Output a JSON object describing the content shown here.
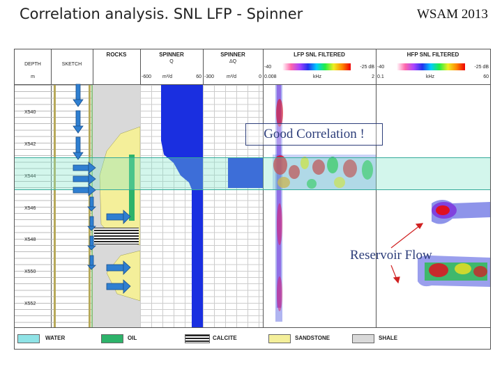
{
  "slide": {
    "title": "Correlation analysis. SNL LFP  - Spinner",
    "conference": "WSAM 2013"
  },
  "tracks": {
    "depth": {
      "title": "DEPTH",
      "unit": "m"
    },
    "sketch": {
      "title": "SKETCH"
    },
    "rocks": {
      "title": "ROCKS"
    },
    "spinner_q": {
      "title": "SPINNER",
      "sub": "Q",
      "scale_min": "-600",
      "scale_unit": "m³/d",
      "scale_max": "60"
    },
    "spinner_dq": {
      "title": "SPINNER",
      "sub": "ΔQ",
      "scale_min": "-300",
      "scale_unit": "m³/d",
      "scale_max": "0"
    },
    "lfp": {
      "title": "LFP SNL FILTERED",
      "scale_min": "-40",
      "scale_max": "-25 dB",
      "freq_min": "0.008",
      "freq_unit": "kHz",
      "freq_max": "2"
    },
    "hfp": {
      "title": "HFP SNL FILTERED",
      "scale_min": "-40",
      "scale_max": "-25 dB",
      "freq_min": "0.1",
      "freq_unit": "kHz",
      "freq_max": "60"
    }
  },
  "depths": [
    "X540",
    "X542",
    "X544",
    "X546",
    "X548",
    "X550",
    "X552"
  ],
  "legend": {
    "water": "WATER",
    "oil": "OIL",
    "calcite": "CALCITE",
    "sandstone": "SANDSTONE",
    "shale": "SHALE"
  },
  "annotations": {
    "good_correlation": "Good Correlation !",
    "reservoir_flow": "Reservoir Flow"
  },
  "colors": {
    "water": "#8fe3e6",
    "oil": "#2db36a",
    "sandstone": "#f4ef9a",
    "shale": "#d9d9d9",
    "spinner": "#1a2fe0",
    "arrow": "#2f7fd1",
    "annotation": "#2d3e7a"
  }
}
